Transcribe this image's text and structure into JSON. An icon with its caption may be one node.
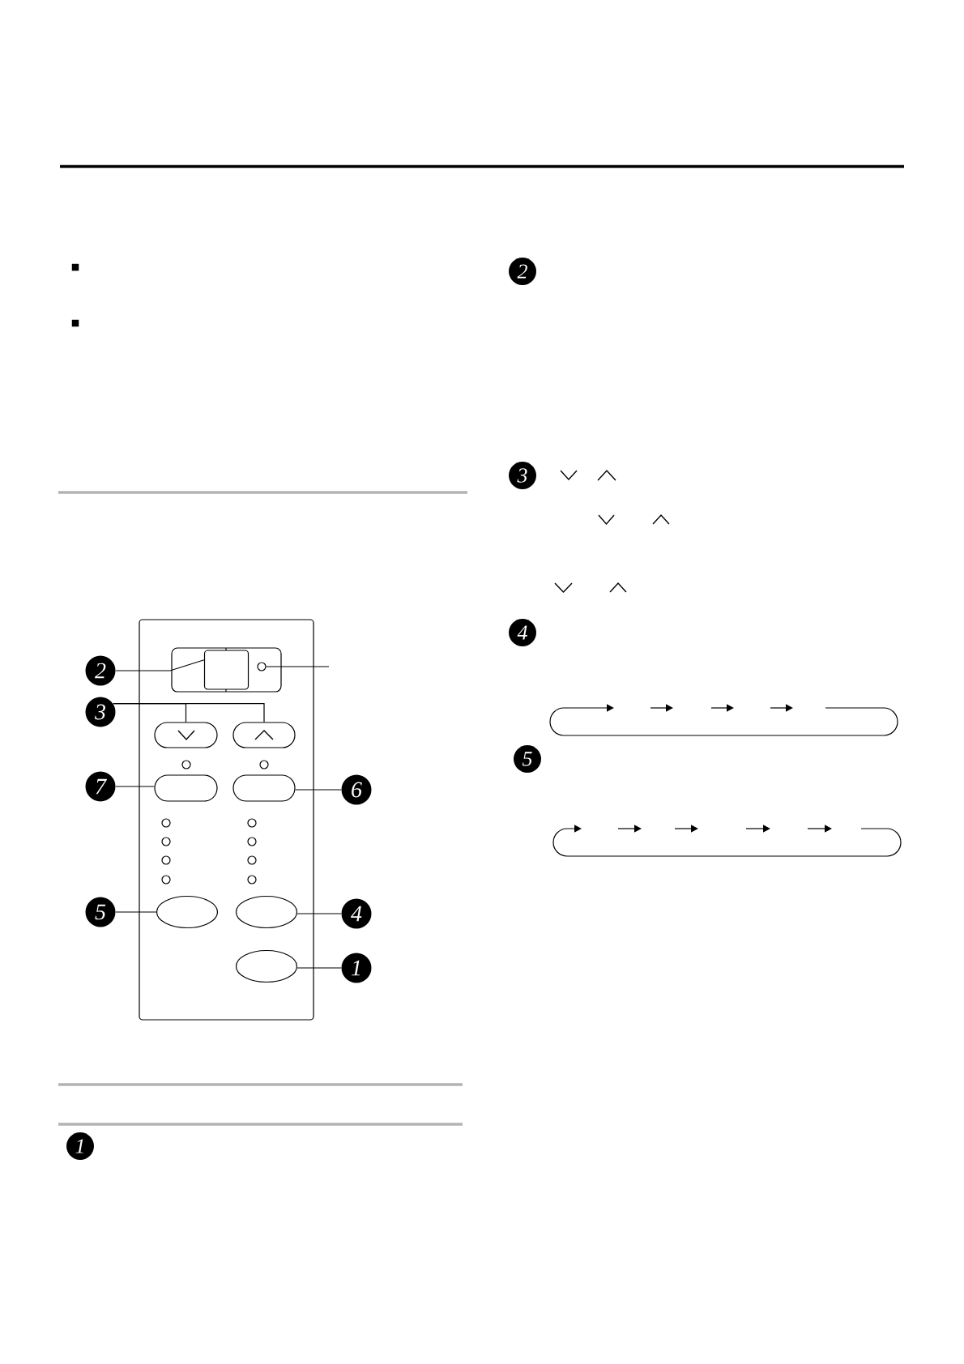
{
  "diagram": {
    "nodes": [
      {
        "text": [],
        "shape": "box"
      },
      {
        "text": [],
        "shape": "box",
        "in": 0
      },
      {
        "text": [],
        "shape": "box",
        "in": 1
      },
      {
        "text": [],
        "shape": "circle",
        "in": 1
      },
      {
        "text": [],
        "shape": "box",
        "in": 0
      },
      {
        "text": [],
        "shape": "box",
        "in": 0
      },
      {
        "text": [],
        "shape": "box",
        "in": 0
      },
      {
        "text": [],
        "shape": "box",
        "in": 0
      },
      {
        "text": [],
        "shape": "oval",
        "in": 0
      },
      {
        "text": [],
        "shape": "oval",
        "in": 0
      },
      {
        "text": [],
        "shape": "oval",
        "in": 0
      },
      {
        "text": [
          "2"
        ]
      },
      {
        "text": [
          "3"
        ]
      },
      {
        "text": [
          "7"
        ]
      },
      {
        "text": [
          "6"
        ]
      },
      {
        "text": [
          "5"
        ]
      },
      {
        "text": [
          "4"
        ]
      },
      {
        "text": [
          "1"
        ]
      },
      {
        "text": [
          "1"
        ]
      },
      {
        "text": [
          "2"
        ]
      },
      {
        "text": [
          "3"
        ]
      },
      {
        "text": [
          "4"
        ]
      },
      {
        "text": [
          "5"
        ]
      }
    ],
    "edges": [
      {
        "from": 11,
        "to": 2,
        "arrow": "none"
      },
      {
        "from": 12,
        "to": 4,
        "arrow": "none"
      },
      {
        "from": 12,
        "to": 5,
        "arrow": "none"
      },
      {
        "from": 13,
        "to": 6,
        "arrow": "none"
      },
      {
        "from": 14,
        "to": 7,
        "arrow": "none"
      },
      {
        "from": 15,
        "to": 8,
        "arrow": "none"
      },
      {
        "from": 16,
        "to": 9,
        "arrow": "none"
      },
      {
        "from": 17,
        "to": 10,
        "arrow": "none"
      },
      {
        "from": 3,
        "to": null,
        "arrow": "none"
      }
    ]
  }
}
